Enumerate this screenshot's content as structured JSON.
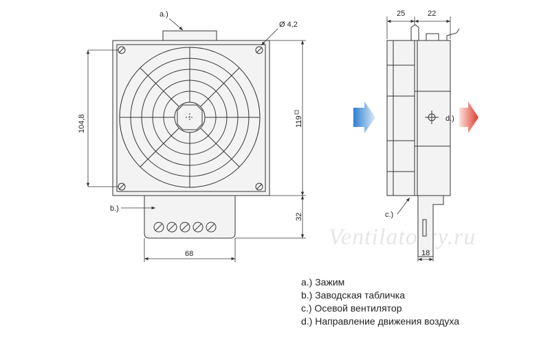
{
  "callouts": {
    "a": "a.)",
    "b": "b.)",
    "c": "c.)",
    "d": "d.)"
  },
  "dimensions": {
    "hole": "Ø 4,2",
    "fan_height": "104,8",
    "body_height": "119",
    "terminal_height": "32",
    "terminal_width": "68",
    "depth_left": "25",
    "depth_right": "22",
    "clip_width": "18"
  },
  "legend": [
    "a.) Зажим",
    "b.) Заводская табличка",
    "c.) Осевой вентилятор",
    "d.) Направление движения воздуха"
  ],
  "watermark": "Ventilatorry.ru",
  "colors": {
    "line": "#333333",
    "housing": "#f3f3f3",
    "arrow_in": "#2f7fd1",
    "arrow_out": "#e03a2c"
  }
}
